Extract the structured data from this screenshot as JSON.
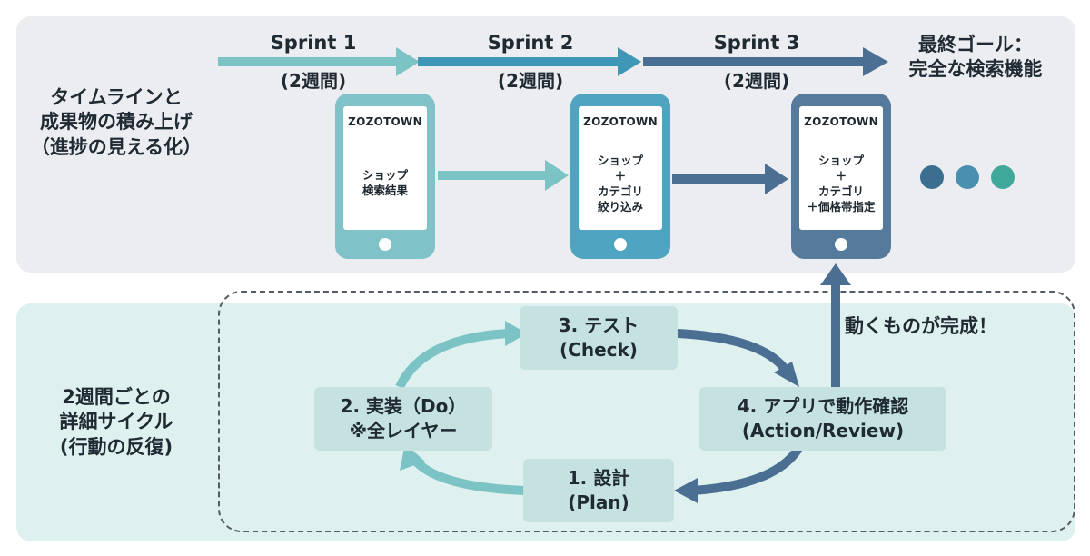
{
  "timeline": {
    "section_label": "タイムラインと\n成果物の積み上げ\n（進捗の見える化）",
    "sprints": [
      {
        "name": "Sprint 1",
        "period": "(2週間)"
      },
      {
        "name": "Sprint 2",
        "period": "(2週間)"
      },
      {
        "name": "Sprint 3",
        "period": "(2週間)"
      }
    ],
    "goal": "最終ゴール：\n完全な検索機能",
    "phones": [
      {
        "brand": "ZOZOTOWN",
        "content": "ショップ\n検索結果",
        "color": "#7fc3c8"
      },
      {
        "brand": "ZOZOTOWN",
        "content": "ショップ\n＋\nカテゴリ\n絞り込み",
        "color": "#4fa5c1"
      },
      {
        "brand": "ZOZOTOWN",
        "content": "ショップ\n＋\nカテゴリ\n＋価格帯指定",
        "color": "#557a9c"
      }
    ],
    "dot_colors": [
      "#3c6e8f",
      "#4a8fae",
      "#3fa89b"
    ]
  },
  "cycle": {
    "section_label": "2週間ごとの\n詳細サイクル\n(行動の反復)",
    "steps": {
      "test": "3. テスト\n(Check)",
      "implement": "2. 実装（Do）\n※全レイヤー",
      "review": "4. アプリで動作確認\n(Action/Review)",
      "design": "1. 設計\n(Plan)"
    },
    "completion_note": "動くものが完成！"
  },
  "colors": {
    "arrow_light": "#7cc3c6",
    "arrow_mid": "#3e97b6",
    "arrow_dark": "#4a6f92",
    "box_fill": "#c5e2e0"
  }
}
